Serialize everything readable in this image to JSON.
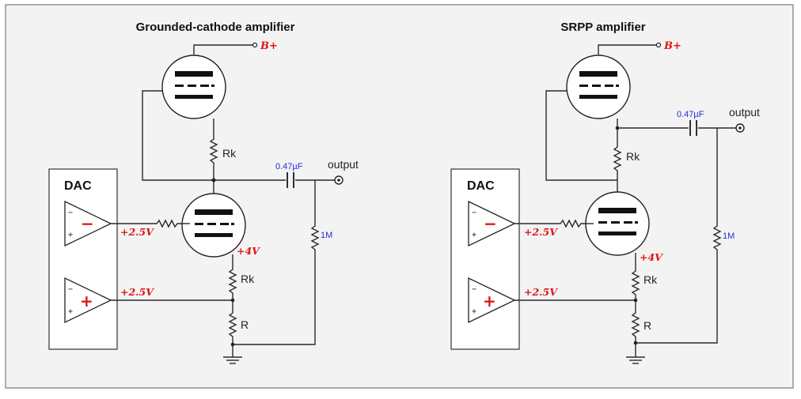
{
  "circuits": [
    {
      "title": "Grounded-cathode amplifier",
      "b_plus": "B+",
      "rk_upper": "Rk",
      "rk_lower": "Rk",
      "r_bottom": "R",
      "capacitor": "0.47µF",
      "output": "output",
      "r_out": "1M",
      "dac": "DAC",
      "v_grid": "+2.5V",
      "v_cathode": "+4V",
      "v_ref": "+2.5V",
      "op1_sign": "−",
      "op2_sign": "+"
    },
    {
      "title": "SRPP amplifier",
      "b_plus": "B+",
      "rk_upper": "Rk",
      "rk_lower": "Rk",
      "r_bottom": "R",
      "capacitor": "0.47µF",
      "output": "output",
      "r_out": "1M",
      "dac": "DAC",
      "v_grid": "+2.5V",
      "v_cathode": "+4V",
      "v_ref": "+2.5V",
      "op1_sign": "−",
      "op2_sign": "+"
    }
  ],
  "colors": {
    "label_red": "#e01515",
    "label_blue": "#2a2adc",
    "background": "#f3f3f3"
  }
}
